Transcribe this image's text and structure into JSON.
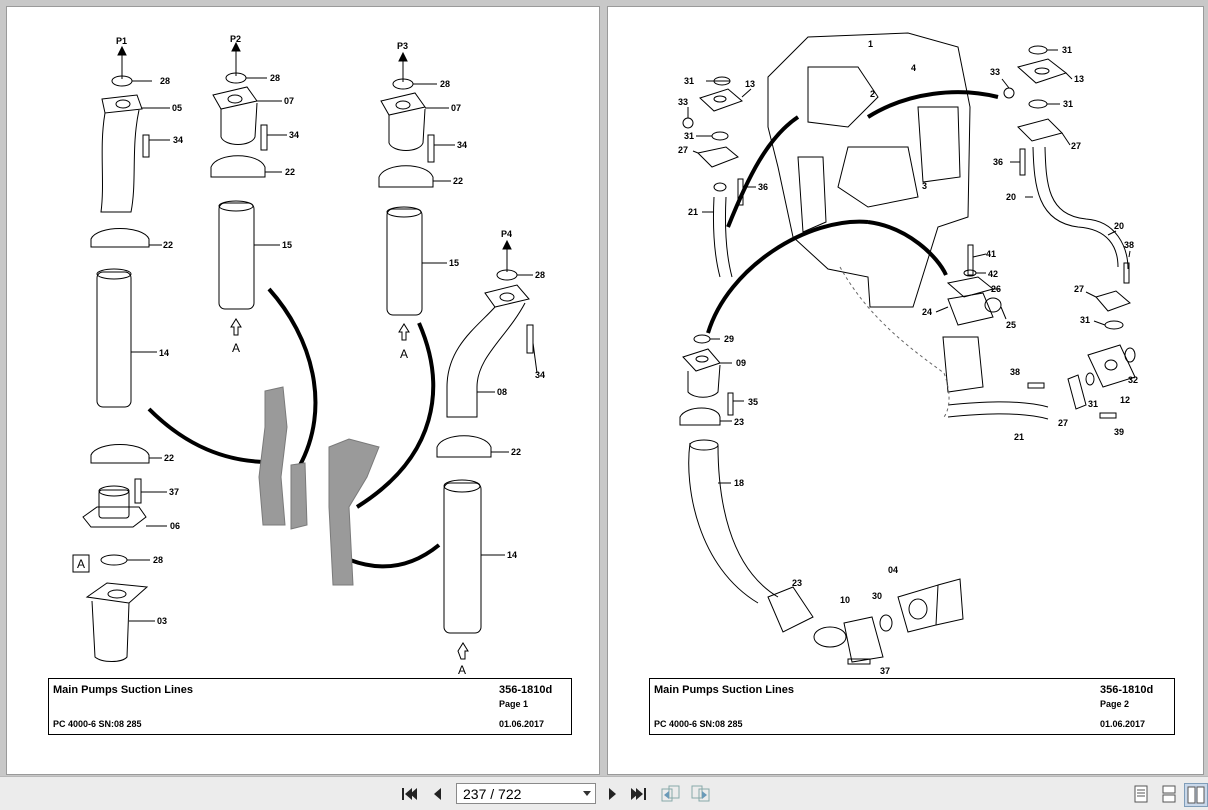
{
  "viewer": {
    "page_indicator": "237 / 722",
    "buttons": {
      "first": "first-page",
      "prev": "previous-page",
      "next": "next-page",
      "last": "last-page",
      "back": "history-back",
      "forward": "history-forward",
      "single": "single-page-view",
      "continuous": "continuous-view",
      "facing": "facing-view"
    }
  },
  "pages": [
    {
      "title": "Main Pumps Suction Lines",
      "model": "PC 4000-6 SN:08 285",
      "drawing_no": "356-1810d",
      "page_label": "Page 1",
      "date": "01.06.2017",
      "ports": [
        "P1",
        "P2",
        "P3",
        "P4"
      ],
      "labels": [
        "28",
        "05",
        "34",
        "22",
        "14",
        "22",
        "37",
        "06",
        "28",
        "03",
        "28",
        "07",
        "34",
        "22",
        "15",
        "28",
        "07",
        "34",
        "22",
        "15",
        "28",
        "34",
        "08",
        "22",
        "14"
      ],
      "arrow_labels": [
        "A",
        "A",
        "A"
      ],
      "detail_mark": "A"
    },
    {
      "title": "Main Pumps Suction Lines",
      "model": "PC 4000-6 SN:08 285",
      "drawing_no": "356-1810d",
      "page_label": "Page 2",
      "date": "01.06.2017",
      "labels": [
        "1",
        "2",
        "3",
        "4",
        "31",
        "13",
        "33",
        "31",
        "27",
        "36",
        "21",
        "31",
        "33",
        "13",
        "31",
        "27",
        "36",
        "20",
        "20",
        "38",
        "27",
        "31",
        "41",
        "42",
        "26",
        "24",
        "25",
        "29",
        "09",
        "35",
        "23",
        "18",
        "38",
        "27",
        "21",
        "32",
        "12",
        "31",
        "39",
        "23",
        "04",
        "10",
        "30",
        "37"
      ]
    }
  ]
}
